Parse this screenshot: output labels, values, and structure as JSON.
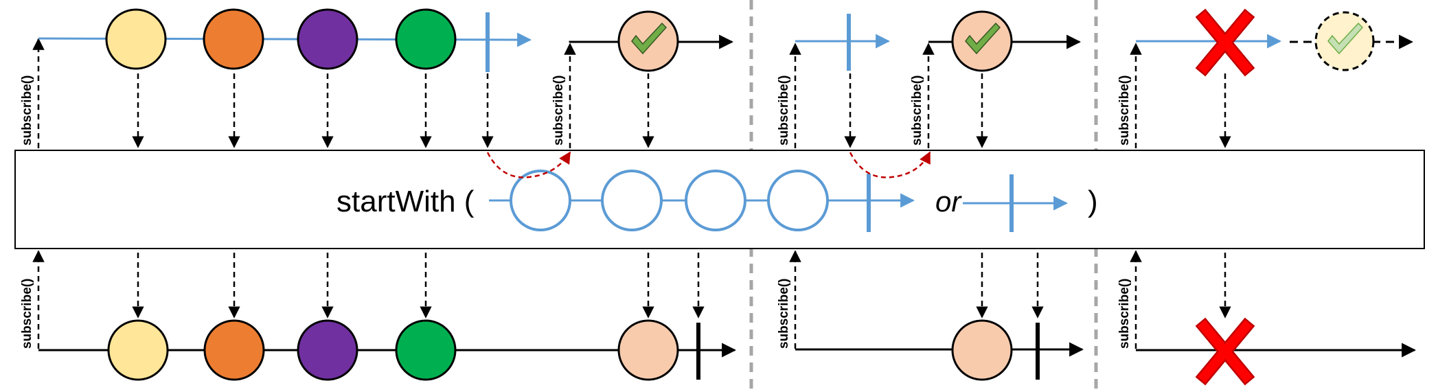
{
  "operator": {
    "text": "startWith (",
    "or_text": "or",
    "close_paren": ")"
  },
  "labels": {
    "subscribe": "subscribe()"
  },
  "colors": {
    "yellow": "#FFE699",
    "orange": "#ED7D31",
    "purple": "#7030A0",
    "green": "#00B050",
    "peach": "#F8CBAD",
    "pale_yellow": "#FFF2CC",
    "blue": "#5B9BD5",
    "red_dashed": "#C00000",
    "error_red": "#FF0000",
    "check_green": "#70AD47",
    "divider_gray": "#A6A6A6"
  },
  "icons": {
    "completion": "vertical-bar",
    "error": "red-x-icon",
    "subscription_complete": "green-check-icon"
  }
}
